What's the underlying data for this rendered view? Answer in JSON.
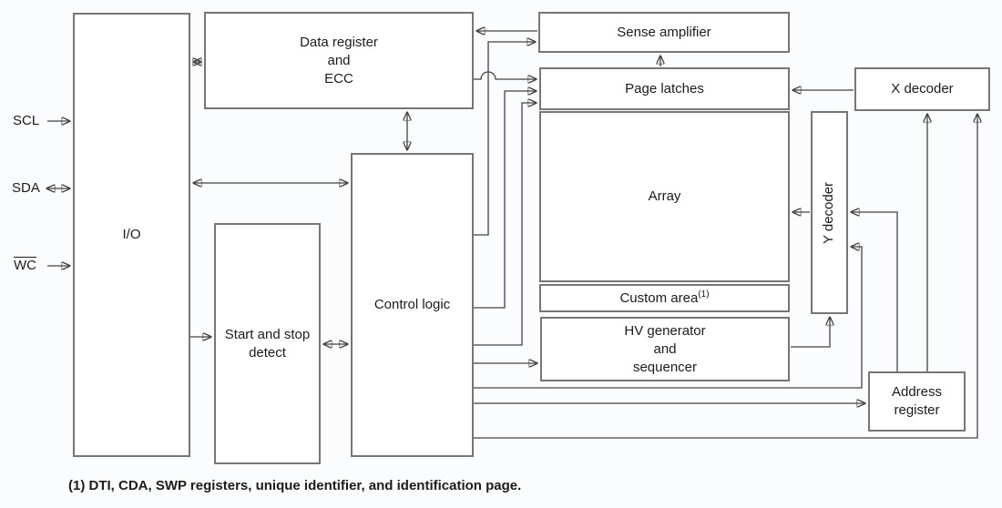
{
  "signals": {
    "scl": {
      "label": "SCL"
    },
    "sda": {
      "label": "SDA"
    },
    "wc": {
      "label": "WC"
    }
  },
  "blocks": {
    "io": {
      "label": "I/O"
    },
    "data_register": {
      "label": "Data register\nand\nECC"
    },
    "start_stop": {
      "label": "Start and stop\ndetect"
    },
    "control_logic": {
      "label": "Control logic"
    },
    "sense_amplifier": {
      "label": "Sense amplifier"
    },
    "page_latches": {
      "label": "Page latches"
    },
    "array": {
      "label": "Array"
    },
    "custom_area": {
      "label": "Custom area",
      "superscript": "(1)"
    },
    "hv_generator": {
      "label": "HV generator\nand\nsequencer"
    },
    "x_decoder": {
      "label": "X decoder"
    },
    "y_decoder": {
      "label": "Y decoder"
    },
    "address_register": {
      "label": "Address\nregister"
    }
  },
  "footnote": "(1) DTI, CDA, SWP registers, unique identifier, and identification page.",
  "colors": {
    "background": "#fbfcfe",
    "box_border": "#767676",
    "wire": "#424242",
    "arrowhead": "#111111",
    "text": "#1c1c1c"
  }
}
